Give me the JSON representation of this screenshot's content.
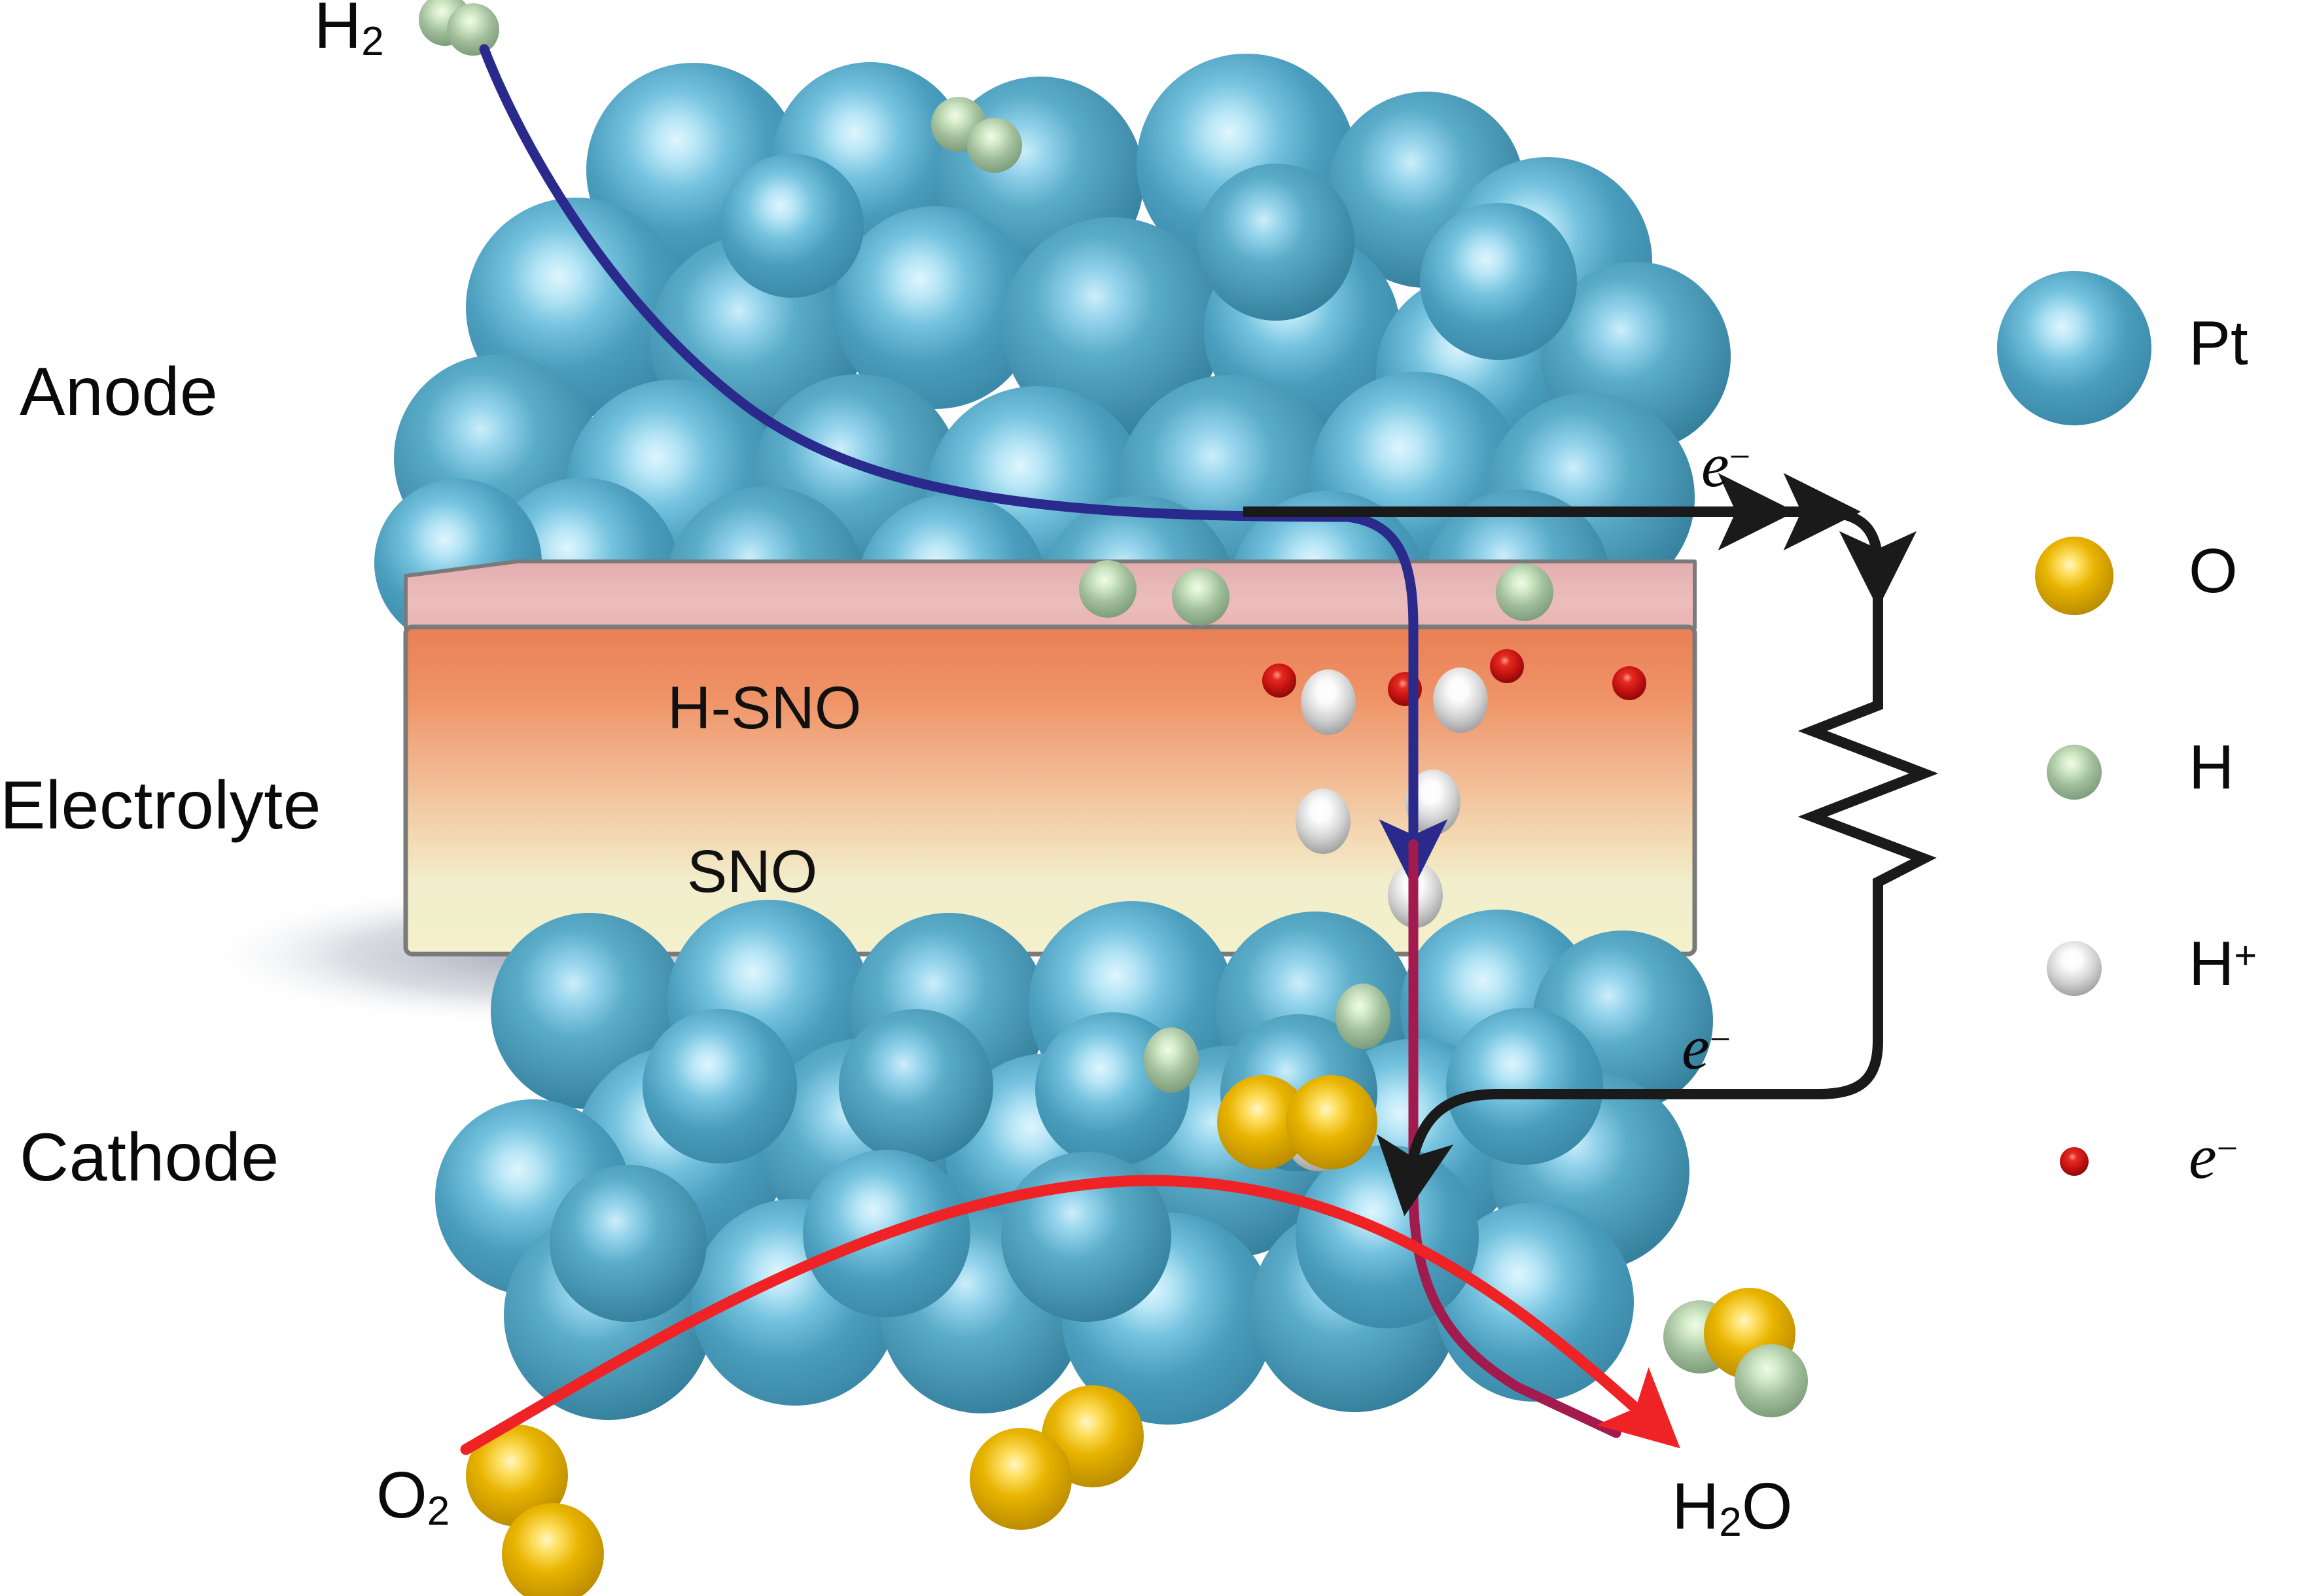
{
  "diagram": {
    "title": "Proton-conducting SNO fuel cell schematic",
    "type": "electrochemical-cell-schematic"
  },
  "region_labels": {
    "anode": "Anode",
    "electrolyte": "Electrolyte",
    "cathode": "Cathode"
  },
  "electrolyte": {
    "upper_layer_label": "H-SNO",
    "lower_layer_label": "SNO",
    "top_face_color": "#e7b4b4",
    "upper_color": "#ea7f55",
    "mid_color": "#f2c9a0",
    "lower_color": "#f2efc8",
    "edge_color": "#7a7a7a"
  },
  "molecule_labels": {
    "hydrogen": "H",
    "hydrogen_sub": "2",
    "oxygen": "O",
    "oxygen_sub": "2",
    "water": "H",
    "water_sub": "2",
    "water_tail": "O"
  },
  "circuit": {
    "electron_label_top": "e",
    "electron_label_top_sup": "−",
    "electron_label_bottom": "e",
    "electron_label_bottom_sup": "−",
    "wire_color": "#1a1a1a",
    "resistor_name": "resistor-zigzag"
  },
  "flows": [
    {
      "name": "h2-inlet-path",
      "color": "#2a2a8c",
      "species": "H2"
    },
    {
      "name": "proton-transport-path",
      "color": "#2a2a8c",
      "species": "H+"
    },
    {
      "name": "proton-transport-path-lower",
      "color": "#a31a4e",
      "species": "H+"
    },
    {
      "name": "o2-inlet-path",
      "color": "#ef2326",
      "species": "O2"
    },
    {
      "name": "electron-external-circuit",
      "color": "#1a1a1a",
      "species": "e-"
    }
  ],
  "legend": {
    "items": [
      {
        "label": "Pt",
        "sup": "",
        "color_center": "#bfeaf8",
        "color_edge": "#3c8fae",
        "radius": 118,
        "icon": "pt-sphere-icon"
      },
      {
        "label": "O",
        "sup": "",
        "color_center": "#ffe27a",
        "color_edge": "#c09000",
        "radius": 60,
        "icon": "o-sphere-icon"
      },
      {
        "label": "H",
        "sup": "",
        "color_center": "#d8eccf",
        "color_edge": "#7f9d7d",
        "radius": 42,
        "icon": "h-sphere-icon"
      },
      {
        "label": "H",
        "sup": "+",
        "color_center": "#ffffff",
        "color_edge": "#9a9a9a",
        "radius": 42,
        "icon": "hplus-sphere-icon"
      },
      {
        "label": "e",
        "sup": "−",
        "color_center": "#ff7a6a",
        "color_edge": "#9c0d0d",
        "radius": 22,
        "icon": "electron-sphere-icon",
        "italic": true
      }
    ]
  },
  "colors": {
    "pt_center": "#bfeaf8",
    "pt_mid": "#68b8d6",
    "pt_edge": "#3c8fae",
    "o_center": "#fff0ad",
    "o_edge": "#b98a00",
    "h_center": "#e4f2dc",
    "h_edge": "#7a9a78",
    "hplus_center": "#ffffff",
    "hplus_edge": "#9c9c9c",
    "electron_center": "#ff6a55",
    "electron_edge": "#8e0b0b",
    "navy": "#2a2a8c",
    "crimson": "#a31a4e",
    "red": "#ef2326",
    "black": "#1a1a1a"
  },
  "chart_data": {
    "type": "diagram",
    "anode_pt_particles": 31,
    "cathode_pt_particles": 29,
    "electrons_in_electrolyte": 4,
    "protons_in_electrolyte": 5,
    "h_atoms_on_anode_surface": 6,
    "h_atoms_in_cathode": 3,
    "o_atoms_in_cathode": 2
  }
}
